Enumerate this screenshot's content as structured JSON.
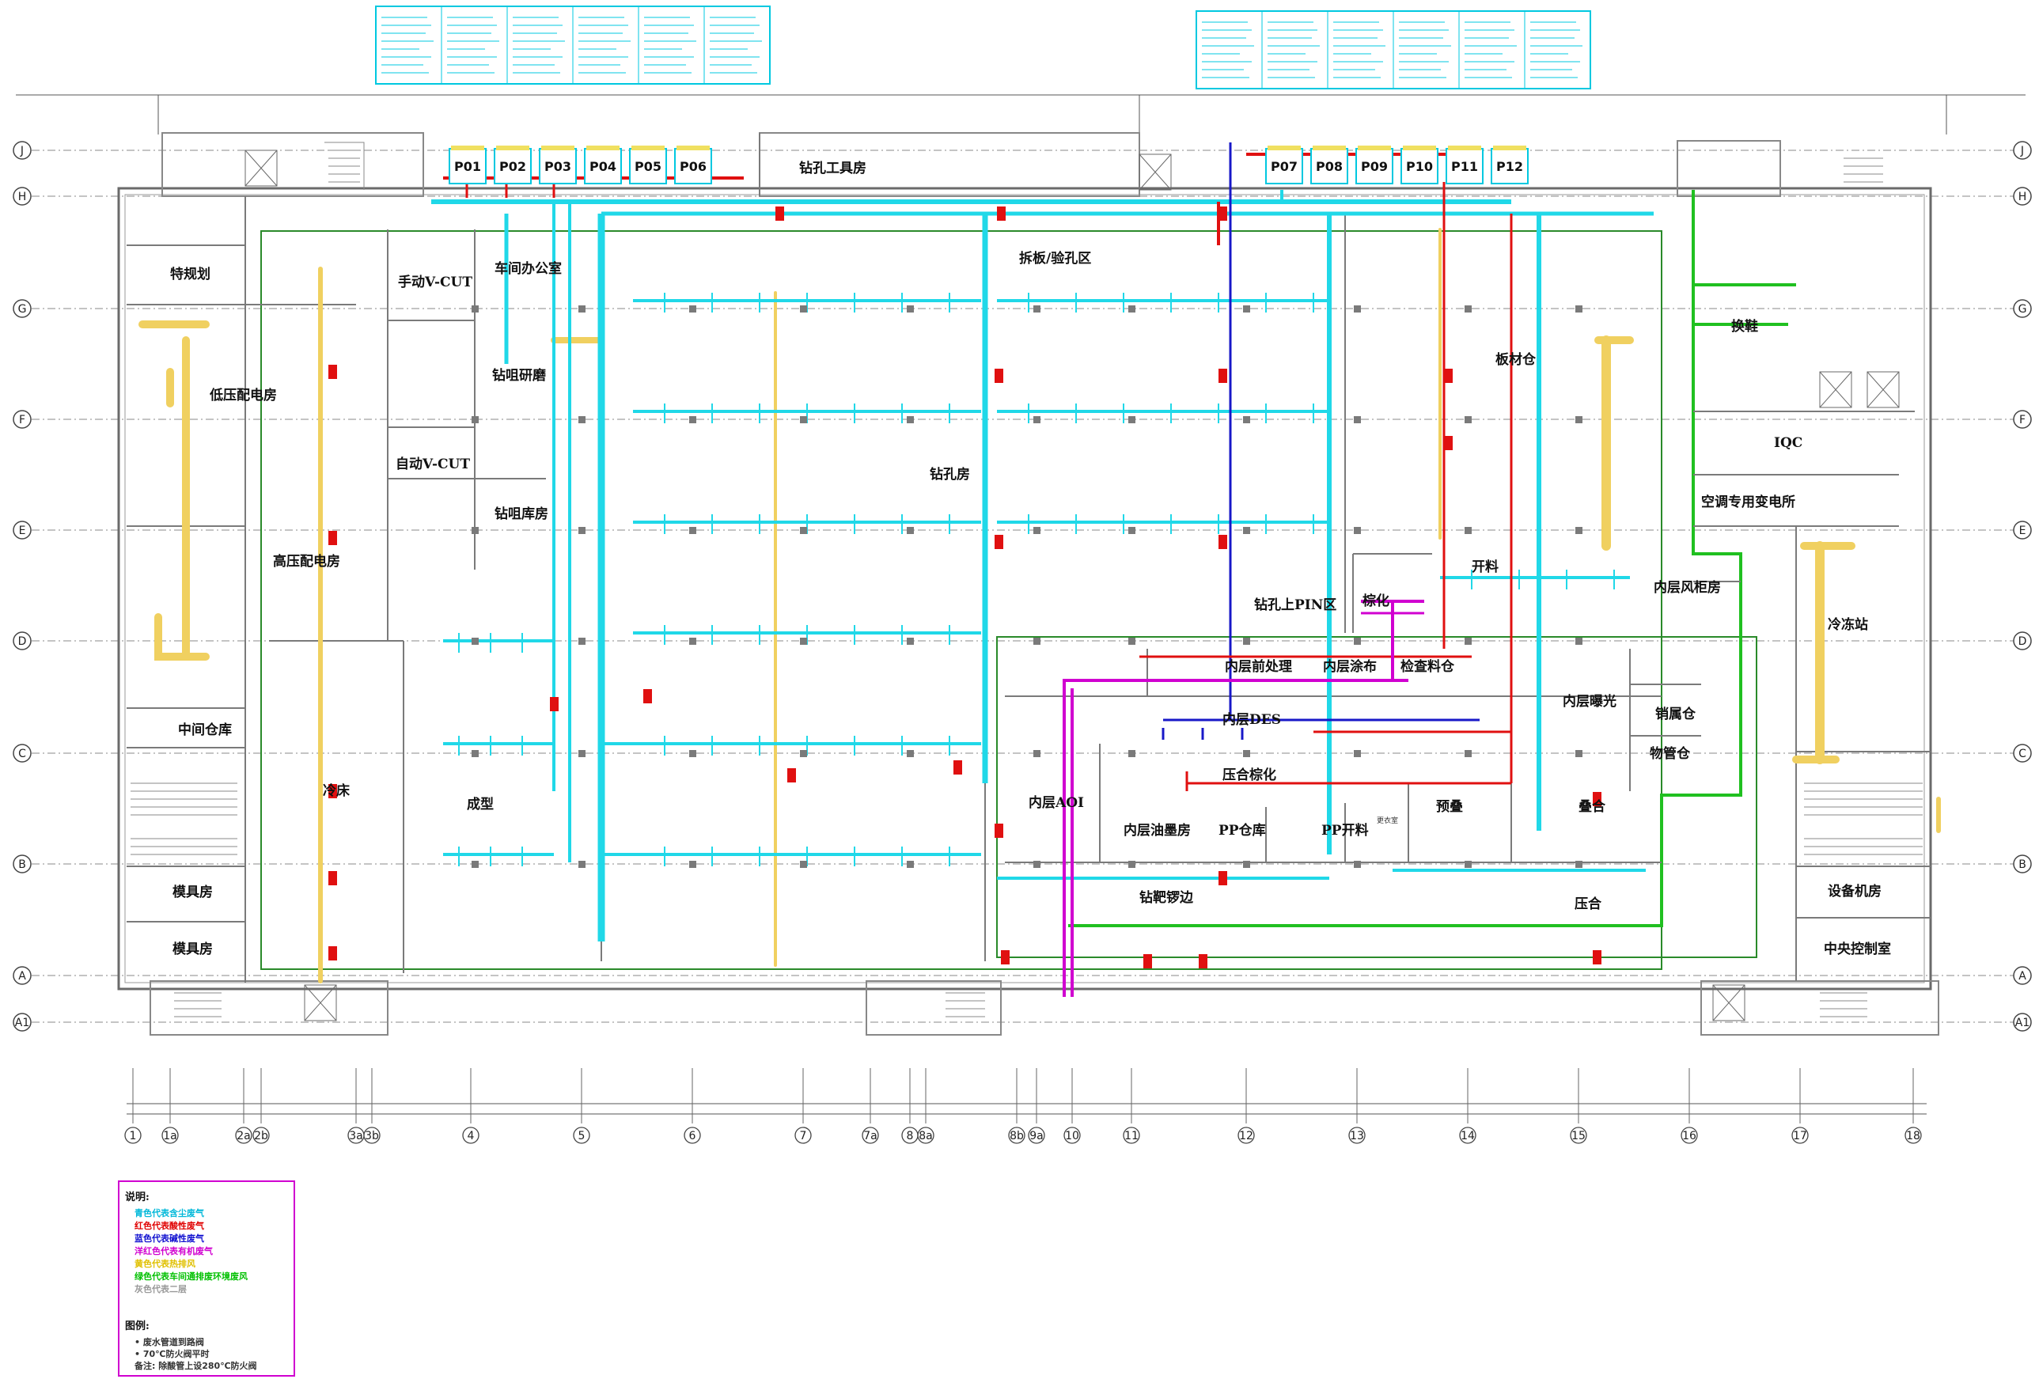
{
  "top_axis_labels": [
    "J",
    "H",
    "G",
    "F",
    "E",
    "D",
    "C",
    "B",
    "A",
    "A1"
  ],
  "bottom_axis_labels": [
    "1",
    "1a",
    "2a",
    "2b",
    "3a",
    "3b",
    "4",
    "5",
    "6",
    "7",
    "7a",
    "8",
    "8a",
    "8b",
    "9a",
    "10",
    "11",
    "12",
    "13",
    "14",
    "15",
    "16",
    "17",
    "18"
  ],
  "units_left": [
    "P01",
    "P02",
    "P03",
    "P04",
    "P05",
    "P06"
  ],
  "units_right": [
    "P07",
    "P08",
    "P09",
    "P10",
    "P11",
    "P12"
  ],
  "rooms": {
    "tool_room": "钻孔工具房",
    "special": "特规划",
    "manual_vcut": "手动V-CUT",
    "workshop_office": "车间办公室",
    "low_voltage": "低压配电房",
    "drill_grind": "钻咀研磨",
    "auto_vcut": "自动V-CUT",
    "drill_store": "钻咀库房",
    "high_voltage": "高压配电房",
    "drill_room": "钻孔房",
    "unpack": "拆板/验孔区",
    "board_store": "板材仓",
    "mid_store": "中间仓库",
    "cooling": "冷床",
    "forming": "成型",
    "mold_room_1": "模具房",
    "mold_room_2": "模具房",
    "change_shoes": "换鞋",
    "iqc": "IQC",
    "hvac_substation": "空调专用变电所",
    "cutting": "开料",
    "inner_fan": "内层风柜房",
    "chiller": "冷冻站",
    "pin": "钻孔上PIN区",
    "pre_ds": "内层前处理",
    "inner_cloth": "内层涂布",
    "inner_expose": "内层曝光",
    "browning": "棕化",
    "inner_des": "内层DES",
    "sales": "销属仓",
    "process_blk": "检查料仓",
    "stock": "物管仓",
    "inner_aoi": "内层AOI",
    "lamination": "压合棕化",
    "inner_oil": "内层油墨房",
    "pp_store": "PP仓库",
    "pp_cut": "PP开料",
    "change_room": "更衣室",
    "laying": "预叠",
    "stacking": "叠合",
    "drilling_target": "钻靶锣边",
    "press": "压合",
    "equipment": "设备机房",
    "control": "中央控制室"
  },
  "legend": {
    "title": "说明:",
    "lines": [
      {
        "text": "青色代表含尘废气",
        "color": "#00b8d9"
      },
      {
        "text": "红色代表酸性废气",
        "color": "#e00000"
      },
      {
        "text": "蓝色代表碱性废气",
        "color": "#1010d0"
      },
      {
        "text": "洋红色代表有机废气",
        "color": "#d000d0"
      },
      {
        "text": "黄色代表热排风",
        "color": "#e0c000"
      },
      {
        "text": "绿色代表车间通排废环境废风",
        "color": "#00c000"
      },
      {
        "text": "灰色代表二层",
        "color": "#999999"
      }
    ],
    "symbols_title": "图例:",
    "symbols": [
      {
        "text": "• 废水管道到路阀"
      },
      {
        "text": "• 70℃防火阀平时"
      },
      {
        "text": "备注: 除酸管上设280℃防火阀"
      }
    ]
  },
  "colors": {
    "cyan": "#00c8e0",
    "red": "#e01010",
    "blue": "#1010c8",
    "magenta": "#d000d0",
    "yellow": "#f0d060",
    "green": "#20c020",
    "wall": "#7a7a7a",
    "box": "#00c8e0"
  }
}
